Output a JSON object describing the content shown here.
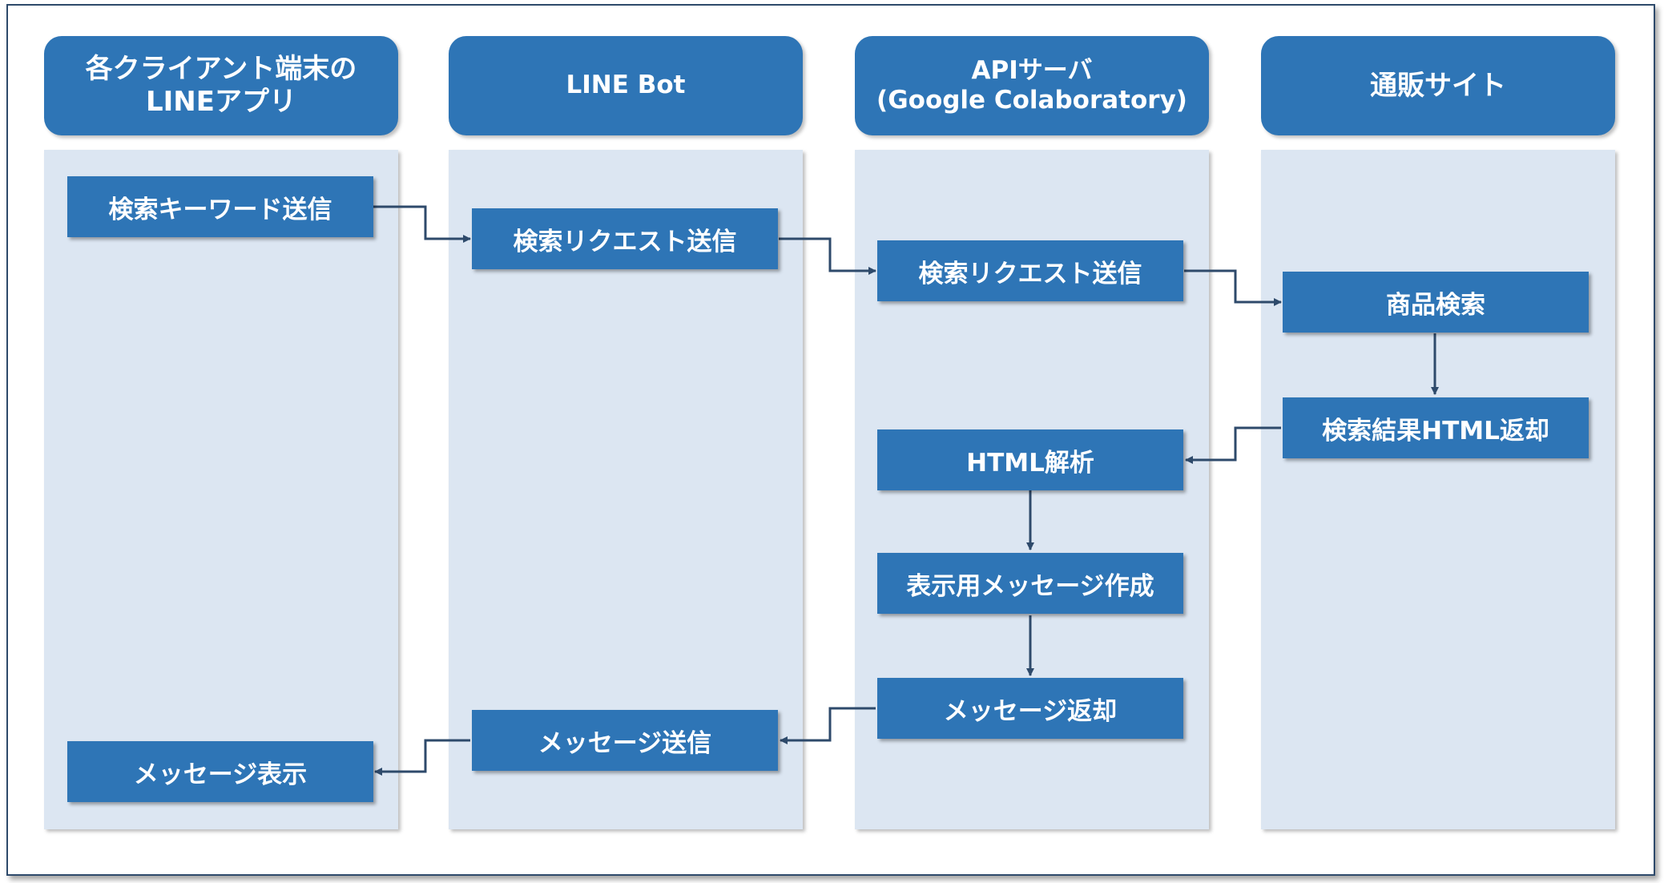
{
  "lanes": [
    {
      "title": "各クライアント端末の\nLINEアプリ"
    },
    {
      "title": "LINE Bot"
    },
    {
      "title": "APIサーバ\n(Google Colaboratory)"
    },
    {
      "title": "通販サイト"
    }
  ],
  "steps": {
    "send_keyword": "検索キーワード送信",
    "bot_send_request": "検索リクエスト送信",
    "api_send_request": "検索リクエスト送信",
    "product_search": "商品検索",
    "return_html": "検索結果HTML返却",
    "parse_html": "HTML解析",
    "create_message": "表示用メッセージ作成",
    "return_message": "メッセージ返却",
    "bot_send_message": "メッセージ送信",
    "display_message": "メッセージ表示"
  },
  "colors": {
    "box": "#2e75b6",
    "lane_background": "#dce6f2",
    "arrow": "#2e4a6b"
  }
}
